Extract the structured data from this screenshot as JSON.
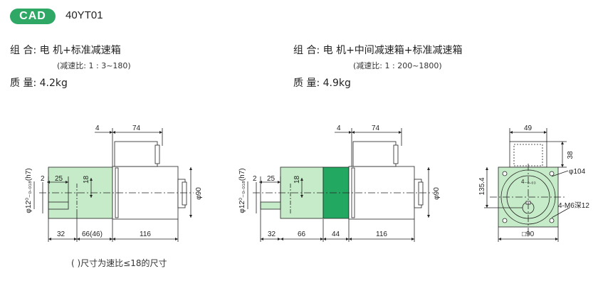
{
  "header": {
    "badge": "CAD",
    "model": "40YT01"
  },
  "left_spec": {
    "combo_label": "组 合:",
    "combo_value": "电 机+标准减速箱",
    "ratio_note": "(减速比: 1 : 3~180)",
    "mass_label": "质 量:",
    "mass_value": "4.2kg"
  },
  "right_spec": {
    "combo_label": "组 合:",
    "combo_value": "电 机+中间减速箱+标准减速箱",
    "ratio_note": "(减速比: 1 : 200~1800)",
    "mass_label": "质 量:",
    "mass_value": "4.9kg"
  },
  "drawing1": {
    "dims": {
      "top_a": "4",
      "top_b": "74",
      "shaft_dia": "φ12⁰₋₀.₀₁₈(h7)",
      "d2": "2",
      "d25": "25",
      "d18": "18",
      "d90": "φ90",
      "b32": "32",
      "b66": "66(46)",
      "b116": "116"
    }
  },
  "drawing2": {
    "dims": {
      "top_a": "4",
      "top_b": "74",
      "shaft_dia": "φ12⁰₋₀.₀₁₈(h7)",
      "d2": "2",
      "d25": "25",
      "d18": "18",
      "d90": "φ90",
      "b32": "32",
      "b66": "66",
      "b44": "44",
      "b116": "116"
    }
  },
  "drawing3": {
    "dims": {
      "top49": "49",
      "side38": "38",
      "d104": "φ104",
      "h135": "135.4",
      "key4": "4₋₀.₀₃",
      "hole": "4-M6深12",
      "sq90": "□90"
    }
  },
  "footnote": "( )尺寸为速比≤18的尺寸",
  "colors": {
    "badge": "#2fa866",
    "gear_light": "#c6ebc8",
    "gear_mid": "#22a861",
    "line": "#222222"
  }
}
